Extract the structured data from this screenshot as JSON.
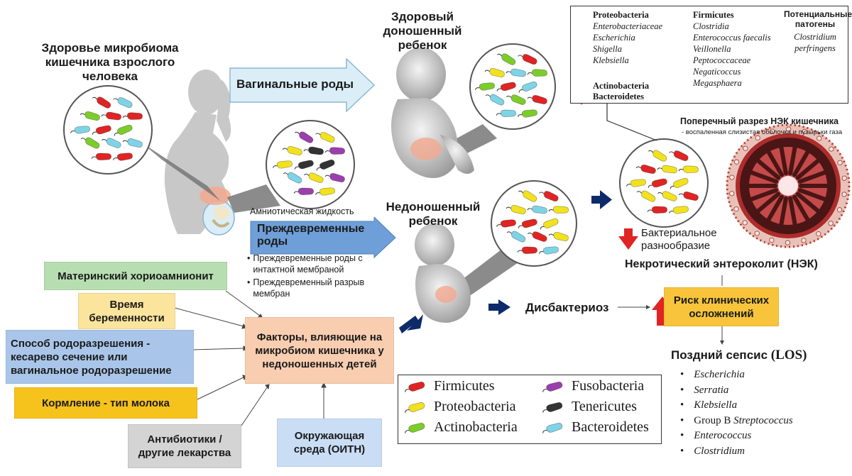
{
  "adult": {
    "title": "Здоровье микробиома кишечника взрослого человека"
  },
  "vaginal_birth": {
    "label": "Вагинальные роды"
  },
  "healthy_infant": {
    "title": "Здоровый доношенный ребенок"
  },
  "amniotic": {
    "label": "Амниотическая жидкость"
  },
  "preterm_birth": {
    "label": "Преждевременные роды",
    "bullets": [
      "Преждевременные роды с интактной мембраной",
      "Преждевременный разрыв мембран"
    ]
  },
  "preterm_infant": {
    "title": "Недоношенный ребенок"
  },
  "factors": {
    "center": "Факторы, влияющие на микробиом кишечника у недоношенных детей",
    "chorio": "Материнский хориоамнионит",
    "gestation": "Время беременности",
    "delivery": "Способ родоразрешения - кесарево сечение или вагинальное родоразрешение",
    "feeding": "Кормление - тип молока",
    "antibiotics": "Антибиотики / другие лекарства",
    "environment": "Окружающая среда (ОИТН)"
  },
  "dysbiosis": {
    "label": "Дисбактериоз"
  },
  "risk": {
    "label": "Риск клинических осложнений"
  },
  "nec": {
    "title": "Некротический энтероколит (НЭК)",
    "cross_section": "Поперечный разрез НЭК кишечника",
    "cross_note": "- воспаленная слизистая оболочка и пузырьки газа",
    "diversity": "Бактериальное разнообразие"
  },
  "changes": {
    "up_group": {
      "head": "Proteobacteria",
      "items": [
        "Enterobacteriaceae",
        "Escherichia",
        "Shigella",
        "Klebsiella"
      ]
    },
    "down_group": {
      "items": [
        "Actinobacteria",
        "Bacteroidetes"
      ]
    },
    "firm_group": {
      "head": "Firmicutes",
      "items": [
        "Clostridia",
        "Enterococcus faecalis",
        "Veillonella",
        "Peptococcaceae",
        "Negaticoccus",
        "Megasphaera"
      ]
    },
    "pathogens": {
      "head": "Потенциальные патогены",
      "items": [
        "Clostridium",
        "perfringens"
      ]
    }
  },
  "los": {
    "title": "Поздний сепсис",
    "abbr": "(LOS)",
    "items": [
      {
        "text": "Escherichia",
        "italic": true
      },
      {
        "text": "Serratia",
        "italic": true
      },
      {
        "text": "Klebsiella",
        "italic": true
      },
      {
        "pre": "Group B ",
        "text": "Streptococcus",
        "italic": true
      },
      {
        "text": "Enterococcus",
        "italic": true
      },
      {
        "text": "Clostridium",
        "italic": true
      }
    ]
  },
  "legend": [
    {
      "name": "Firmicutes",
      "color": "#e02424"
    },
    {
      "name": "Proteobacteria",
      "color": "#f2e21d"
    },
    {
      "name": "Actinobacteria",
      "color": "#7ccd2a"
    },
    {
      "name": "Fusobacteria",
      "color": "#9b3fae"
    },
    {
      "name": "Tenericutes",
      "color": "#333333"
    },
    {
      "name": "Bacteroidetes",
      "color": "#7fd3e6"
    }
  ],
  "colors": {
    "vaginal_arrow": "#dbeef8",
    "preterm_arrow": "#6f9fd8",
    "up_arrow": "#5cbf3a",
    "down_arrow": "#e02424",
    "navy_arrow": "#0d2a6b",
    "chorio_box": "#b7deb1",
    "gestation_box": "#fbe59c",
    "delivery_box": "#a9c6ea",
    "feeding_box": "#f6c21c",
    "antibiotics_box": "#d4d4d4",
    "environment_box": "#c9def5",
    "center_box": "#f9cdb0",
    "risk_box": "#f7c43b"
  }
}
